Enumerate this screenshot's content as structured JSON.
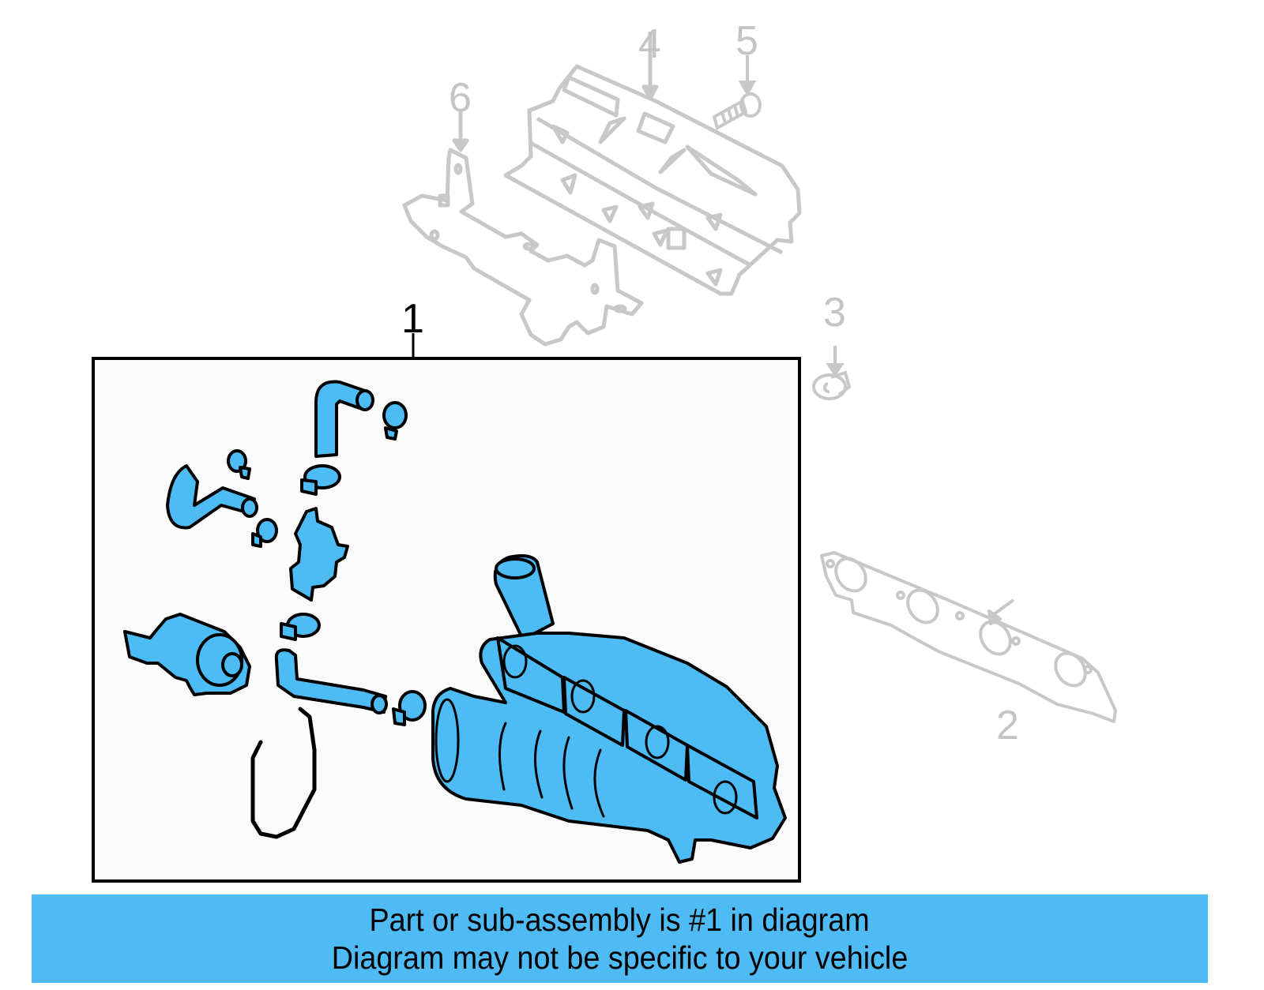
{
  "diagram": {
    "callouts": [
      {
        "number": "1",
        "label_style": "highlighted"
      },
      {
        "number": "2",
        "label_style": "gray"
      },
      {
        "number": "3",
        "label_style": "gray"
      },
      {
        "number": "4",
        "label_style": "gray"
      },
      {
        "number": "5",
        "label_style": "gray"
      },
      {
        "number": "6",
        "label_style": "gray"
      }
    ],
    "colors": {
      "highlight_fill": "#4dbcf5",
      "outline_dark": "#000000",
      "outline_gray": "#c8c8c8",
      "box_bg": "#fbfbfb",
      "banner_bg": "#4fbbf4"
    }
  },
  "banner": {
    "line1": "Part or sub-assembly is #1 in diagram",
    "line2": "Diagram may not be specific to your vehicle"
  }
}
